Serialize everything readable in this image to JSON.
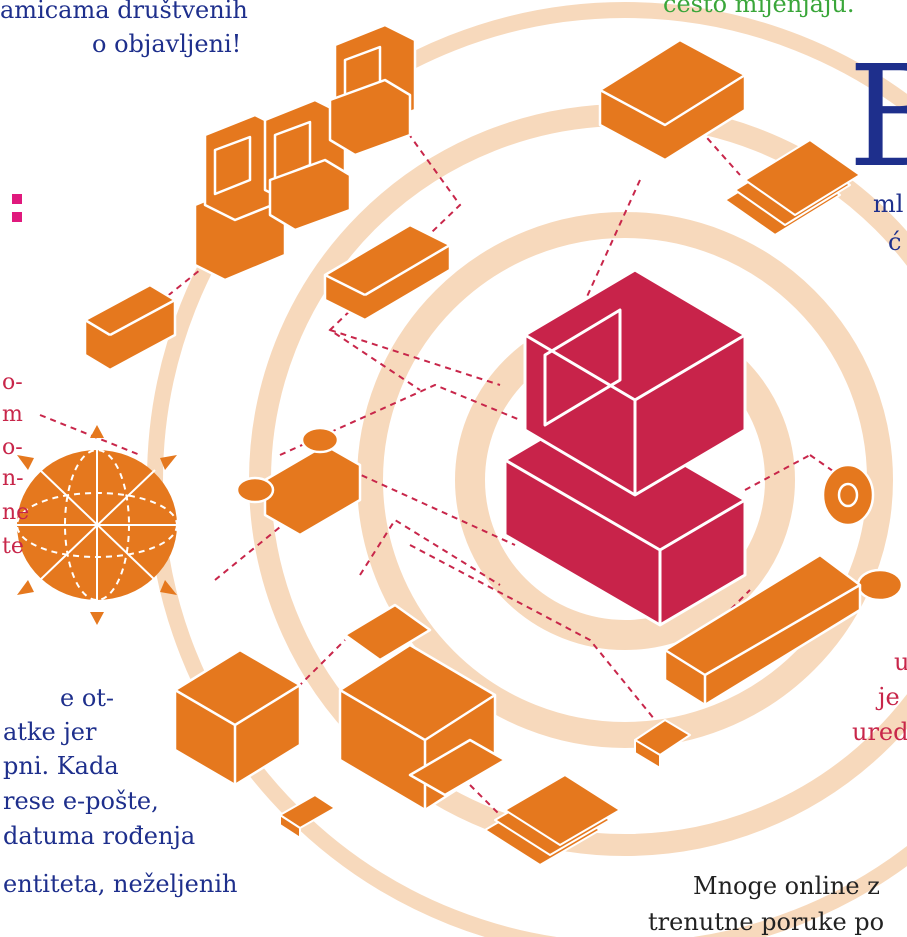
{
  "top_left": {
    "line1": "amicama društvenih",
    "line2": "o objavljeni!"
  },
  "top_right": {
    "line1": "često mijenjaju."
  },
  "drop_cap": {
    "letter": "B",
    "line1": "ml",
    "line2": "ć"
  },
  "left_red_fragments": [
    "o-",
    "m",
    "o-",
    "n-",
    "ne",
    "te"
  ],
  "left_blue_paragraph": [
    "e ot-",
    "atke jer",
    "pni. Kada",
    "rese e-pošte,",
    "datuma rođenja",
    "entiteta, neželjenih"
  ],
  "right_red_fragments": [
    "u",
    "je",
    "ured"
  ],
  "bottom_right": {
    "line1": "Mnoge online z",
    "line2": "trenutne poruke po"
  },
  "colors": {
    "device_orange": "#e5781e",
    "central_computer": "#c8234a",
    "ring_peach": "#f7d9bc",
    "connector_red": "#c8264a",
    "text_blue": "#1e2f8c",
    "text_green": "#3aa63a",
    "accent_magenta": "#e0197d"
  }
}
